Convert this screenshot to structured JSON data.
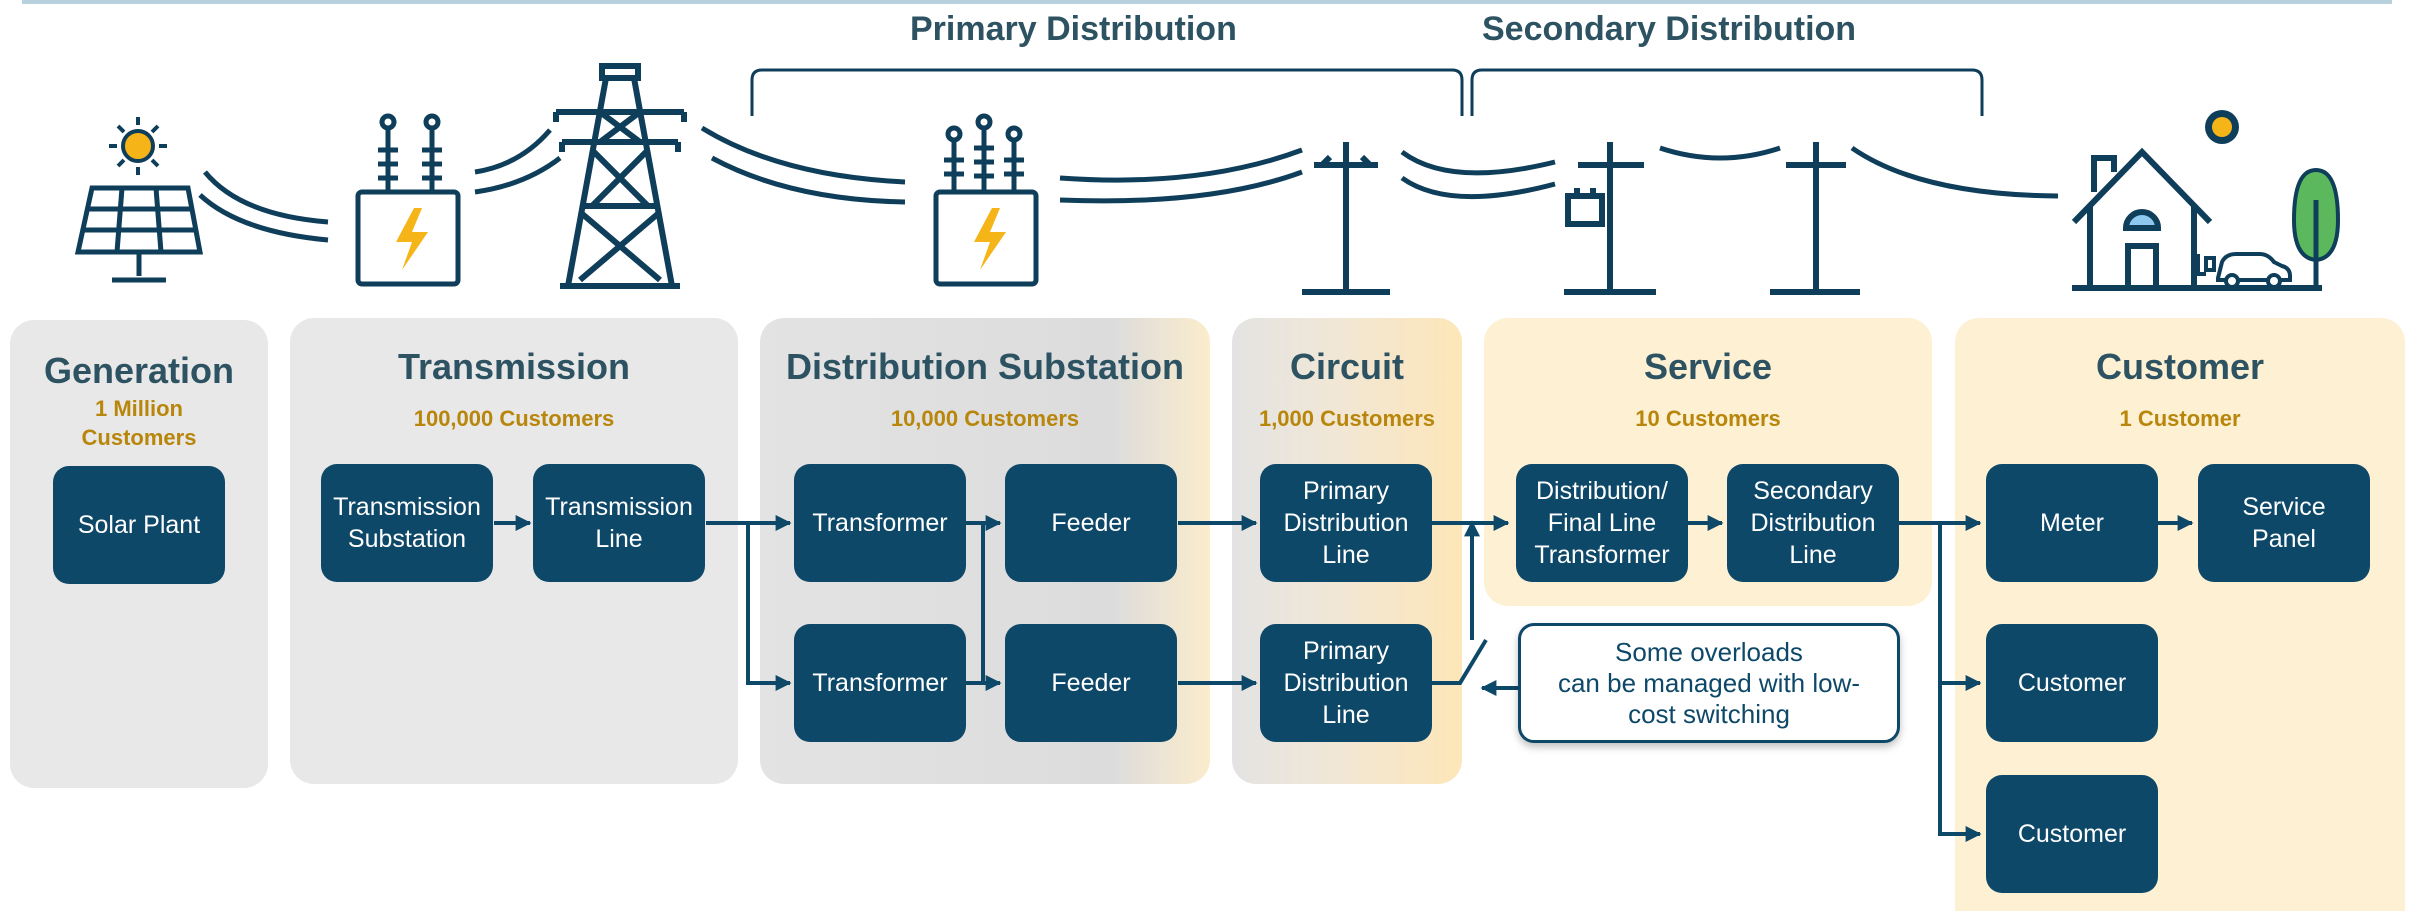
{
  "header": {
    "primary_distribution": "Primary Distribution",
    "secondary_distribution": "Secondary Distribution"
  },
  "stages": {
    "generation": {
      "title": "Generation",
      "customers": "1 Million\nCustomers"
    },
    "transmission": {
      "title": "Transmission",
      "customers": "100,000 Customers"
    },
    "substation": {
      "title": "Distribution Substation",
      "customers": "10,000 Customers"
    },
    "circuit": {
      "title": "Circuit",
      "customers": "1,000 Customers"
    },
    "service": {
      "title": "Service",
      "customers": "10 Customers"
    },
    "customer": {
      "title": "Customer",
      "customers": "1 Customer"
    }
  },
  "nodes": {
    "solar_plant": "Solar Plant",
    "transmission_substation": "Transmission\nSubstation",
    "transmission_line": "Transmission\nLine",
    "transformer_1": "Transformer",
    "transformer_2": "Transformer",
    "feeder_1": "Feeder",
    "feeder_2": "Feeder",
    "primary_line_1": "Primary\nDistribution\nLine",
    "primary_line_2": "Primary\nDistribution\nLine",
    "final_line_transformer": "Distribution/\nFinal Line\nTransformer",
    "secondary_line": "Secondary\nDistribution\nLine",
    "meter": "Meter",
    "service_panel": "Service\nPanel",
    "customer_1": "Customer",
    "customer_2": "Customer"
  },
  "callout": {
    "text": "Some overloads\ncan be managed with low-\ncost switching"
  },
  "colors": {
    "node_fill": "#0e4869",
    "title_text": "#2d5262",
    "customer_count_text": "#b8860b",
    "gray_panel": "#e8e8e8",
    "yellow_panel": "#fdf0d3",
    "icon_stroke": "#0f3e5a",
    "bolt": "#f5b417",
    "tree": "#5cb85c",
    "window": "#8ec8ee"
  },
  "icons": [
    "solar-panel-icon",
    "sun-icon",
    "substation-transformer-icon",
    "transmission-tower-icon",
    "lightning-bolt-icon",
    "utility-pole-icon",
    "pole-mounted-transformer-icon",
    "house-icon",
    "electric-car-icon",
    "tree-icon"
  ]
}
